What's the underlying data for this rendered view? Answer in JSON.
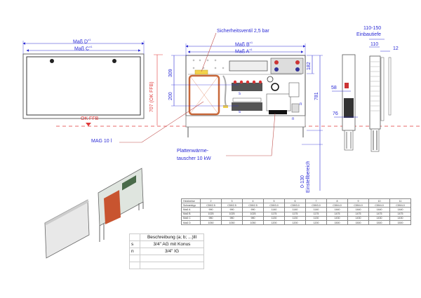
{
  "front_view": {
    "dim_outer": "Maß D",
    "dim_outer_sup": "±1",
    "dim_inner": "Maß C",
    "dim_inner_sup": "±1",
    "floor_label": "OK FFB",
    "height_label": "707 (OK FFB)"
  },
  "open_view": {
    "dim_outer": "Maß B",
    "dim_outer_sup": "±1",
    "dim_inner": "Maß A",
    "dim_inner_sup": "±1",
    "safety_valve_label": "Sicherheitsventil 2,5 bar",
    "dim_309": "309",
    "dim_200": "200",
    "dim_182": "182",
    "dim_781": "781",
    "marker_s": "s",
    "marker_n": "n",
    "mag_label": "MAG 10 l",
    "heat_exchanger_label_line1": "Plattenwärme-",
    "heat_exchanger_label_line2": "tauscher 10 kW",
    "adjust_range_line1": "0-130",
    "adjust_range_line2": "Einstellbereich"
  },
  "side_view": {
    "depth_range": "110-150",
    "depth_label": "Einbautiefe",
    "dim_110": "110",
    "dim_12": "12",
    "dim_58": "58",
    "dim_76": "76"
  },
  "spec_table": {
    "row_headers": [
      "Heizkreise",
      "Schranktyp",
      "Maß A",
      "Maß B",
      "Maß C",
      "Maß D"
    ],
    "columns": [
      {
        "heizkreise": "2",
        "schranktyp": "C59/2.5",
        "a": "990",
        "b": "1025",
        "c": "980",
        "d": "1050"
      },
      {
        "heizkreise": "3",
        "schranktyp": "C59/2.5",
        "a": "990",
        "b": "1025",
        "c": "980",
        "d": "1050"
      },
      {
        "heizkreise": "4",
        "schranktyp": "C59/2.5",
        "a": "990",
        "b": "1025",
        "c": "980",
        "d": "1050"
      },
      {
        "heizkreise": "5",
        "schranktyp": "C59/3.0",
        "a": "1140",
        "b": "1175",
        "c": "1130",
        "d": "1200"
      },
      {
        "heizkreise": "6",
        "schranktyp": "C59/3.0",
        "a": "1140",
        "b": "1175",
        "c": "1130",
        "d": "1200"
      },
      {
        "heizkreise": "7",
        "schranktyp": "C59/3.0",
        "a": "1140",
        "b": "1175",
        "c": "1130",
        "d": "1200"
      },
      {
        "heizkreise": "8",
        "schranktyp": "C59/4.0",
        "a": "1440",
        "b": "1475",
        "c": "1430",
        "d": "1500"
      },
      {
        "heizkreise": "9",
        "schranktyp": "C59/4.0",
        "a": "1440",
        "b": "1475",
        "c": "1430",
        "d": "1500"
      },
      {
        "heizkreise": "10",
        "schranktyp": "C59/4.0",
        "a": "1440",
        "b": "1475",
        "c": "1430",
        "d": "1500"
      },
      {
        "heizkreise": "11",
        "schranktyp": "C59/4.0",
        "a": "1440",
        "b": "1475",
        "c": "1430",
        "d": "1500"
      }
    ]
  },
  "desc_table": {
    "header": "Beschreibung (a; b; ...)lll",
    "rows": [
      {
        "key": "s",
        "value": "3/4\" AG mit Konus"
      },
      {
        "key": "n",
        "value": "3/4\" IG"
      },
      {
        "key": "",
        "value": ""
      },
      {
        "key": "",
        "value": ""
      }
    ]
  },
  "colors": {
    "dimension": "#2b2bd6",
    "floor_line": "#e03a3a",
    "leader": "#c0504d",
    "heat_exchanger": "#c8683a"
  }
}
